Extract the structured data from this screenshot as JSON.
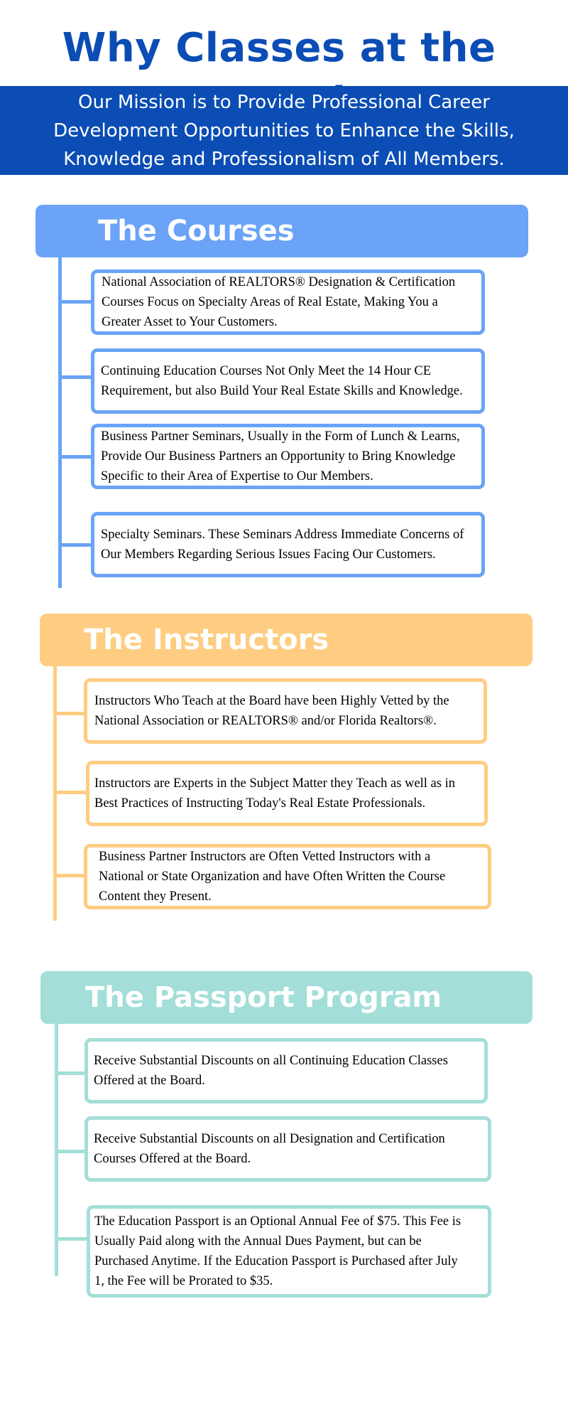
{
  "page": {
    "title": "Why Classes at the Board",
    "mission": "Our Mission is to Provide Professional Career Development Opportunities to Enhance the Skills, Knowledge and Professionalism of All Members."
  },
  "colors": {
    "title_blue": "#0b4db4",
    "courses_blue": "#6aa3f7",
    "instructors_gold": "#fecd82",
    "passport_teal": "#a3ded8"
  },
  "sections": [
    {
      "heading": "The Courses",
      "items": [
        "National Association of REALTORS® Designation & Certification Courses Focus on Specialty Areas of Real Estate, Making You a Greater Asset to Your Customers.",
        "Continuing Education Courses Not Only Meet the 14 Hour CE Requirement, but also Build Your Real Estate Skills and Knowledge.",
        "Business Partner Seminars, Usually in the Form of Lunch & Learns, Provide Our Business Partners an Opportunity to Bring Knowledge Specific to their Area of Expertise to Our Members.",
        "Specialty Seminars.  These Seminars Address Immediate Concerns of Our Members Regarding Serious Issues Facing Our Customers."
      ]
    },
    {
      "heading": "The Instructors",
      "items": [
        "Instructors Who Teach at the Board have been Highly Vetted by the National Association or REALTORS® and/or Florida Realtors®.",
        "Instructors are Experts in the Subject Matter they Teach as well as in Best Practices of Instructing Today's Real Estate Professionals.",
        "Business Partner Instructors are Often Vetted Instructors with a National or State Organization and have Often Written the Course Content they Present."
      ]
    },
    {
      "heading": "The Passport Program",
      "items": [
        "Receive Substantial Discounts on all Continuing Education Classes Offered at the Board.",
        "Receive Substantial Discounts on all Designation and Certification Courses Offered at the Board.",
        "The Education Passport is an Optional Annual Fee of $75.  This Fee is Usually Paid along with the Annual Dues Payment, but can be Purchased Anytime.  If the Education Passport is Purchased after July 1, the Fee will be Prorated to $35."
      ]
    }
  ]
}
